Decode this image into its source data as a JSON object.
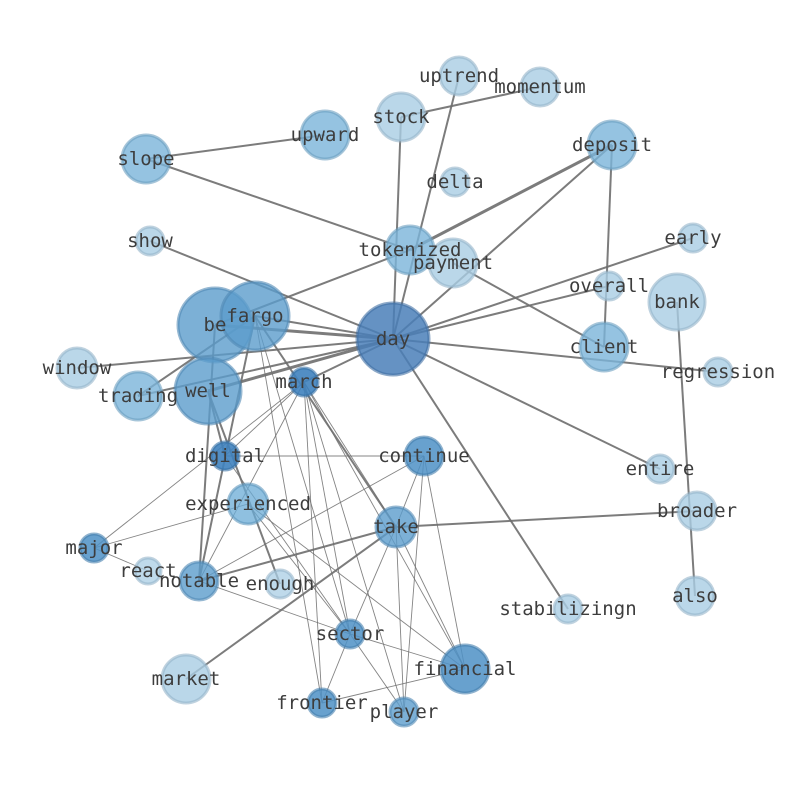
{
  "chart_data": {
    "type": "network",
    "nodes": [
      {
        "id": "day",
        "label": "day",
        "color": "#4a7fb9",
        "alpha": 0.85
      },
      {
        "id": "be",
        "label": "be",
        "color": "#5b9ccc",
        "alpha": 0.8
      },
      {
        "id": "fargo",
        "label": "fargo",
        "color": "#5b9ccc",
        "alpha": 0.8
      },
      {
        "id": "well",
        "label": "well",
        "color": "#5b9ccc",
        "alpha": 0.8
      },
      {
        "id": "march",
        "label": "march",
        "color": "#3f82be",
        "alpha": 0.9
      },
      {
        "id": "digital",
        "label": "digital",
        "color": "#3f82be",
        "alpha": 0.9
      },
      {
        "id": "continue",
        "label": "continue",
        "color": "#4e90c6",
        "alpha": 0.85
      },
      {
        "id": "experienced",
        "label": "experienced",
        "color": "#6aabd6",
        "alpha": 0.75
      },
      {
        "id": "take",
        "label": "take",
        "color": "#5b9ccc",
        "alpha": 0.8
      },
      {
        "id": "major",
        "label": "major",
        "color": "#4e90c6",
        "alpha": 0.85
      },
      {
        "id": "react",
        "label": "react",
        "color": "#a9cde4",
        "alpha": 0.75
      },
      {
        "id": "notable",
        "label": "notable",
        "color": "#5b9ccc",
        "alpha": 0.8
      },
      {
        "id": "enough",
        "label": "enough",
        "color": "#a9cde4",
        "alpha": 0.75
      },
      {
        "id": "sector",
        "label": "sector",
        "color": "#4e90c6",
        "alpha": 0.85
      },
      {
        "id": "financial",
        "label": "financial",
        "color": "#4e90c6",
        "alpha": 0.85
      },
      {
        "id": "frontier",
        "label": "frontier",
        "color": "#4e90c6",
        "alpha": 0.85
      },
      {
        "id": "player",
        "label": "player",
        "color": "#5b9ccc",
        "alpha": 0.8
      },
      {
        "id": "market",
        "label": "market",
        "color": "#a9cde4",
        "alpha": 0.8
      },
      {
        "id": "stabilizingn",
        "label": "stabilizingn",
        "color": "#a9cde4",
        "alpha": 0.8
      },
      {
        "id": "window",
        "label": "window",
        "color": "#a9cde4",
        "alpha": 0.8
      },
      {
        "id": "trading",
        "label": "trading",
        "color": "#7ab4da",
        "alpha": 0.8
      },
      {
        "id": "show",
        "label": "show",
        "color": "#a9cde4",
        "alpha": 0.8
      },
      {
        "id": "slope",
        "label": "slope",
        "color": "#7ab4da",
        "alpha": 0.8
      },
      {
        "id": "upward",
        "label": "upward",
        "color": "#7ab4da",
        "alpha": 0.8
      },
      {
        "id": "stock",
        "label": "stock",
        "color": "#a9cde4",
        "alpha": 0.8
      },
      {
        "id": "uptrend",
        "label": "uptrend",
        "color": "#a9cde4",
        "alpha": 0.8
      },
      {
        "id": "momentum",
        "label": "momentum",
        "color": "#a9cde4",
        "alpha": 0.8
      },
      {
        "id": "deposit",
        "label": "deposit",
        "color": "#7ab4da",
        "alpha": 0.8
      },
      {
        "id": "delta",
        "label": "delta",
        "color": "#a9cde4",
        "alpha": 0.8
      },
      {
        "id": "tokenized",
        "label": "tokenized",
        "color": "#7ab4da",
        "alpha": 0.8
      },
      {
        "id": "payment",
        "label": "payment",
        "color": "#a9cde4",
        "alpha": 0.8
      },
      {
        "id": "early",
        "label": "early",
        "color": "#a9cde4",
        "alpha": 0.8
      },
      {
        "id": "overall",
        "label": "overall",
        "color": "#a9cde4",
        "alpha": 0.8
      },
      {
        "id": "bank",
        "label": "bank",
        "color": "#a9cde4",
        "alpha": 0.8
      },
      {
        "id": "client",
        "label": "client",
        "color": "#7ab4da",
        "alpha": 0.8
      },
      {
        "id": "regression",
        "label": "regression",
        "color": "#a9cde4",
        "alpha": 0.8
      },
      {
        "id": "entire",
        "label": "entire",
        "color": "#a9cde4",
        "alpha": 0.8
      },
      {
        "id": "broader",
        "label": "broader",
        "color": "#a9cde4",
        "alpha": 0.8
      },
      {
        "id": "also",
        "label": "also",
        "color": "#a9cde4",
        "alpha": 0.8
      }
    ],
    "edges": [
      {
        "source": "day",
        "target": "be",
        "weight": 3
      },
      {
        "source": "day",
        "target": "fargo",
        "weight": 2
      },
      {
        "source": "day",
        "target": "well",
        "weight": 3
      },
      {
        "source": "day",
        "target": "window",
        "weight": 2
      },
      {
        "source": "day",
        "target": "trading",
        "weight": 2
      },
      {
        "source": "day",
        "target": "show",
        "weight": 2
      },
      {
        "source": "day",
        "target": "stock",
        "weight": 2
      },
      {
        "source": "day",
        "target": "uptrend",
        "weight": 2
      },
      {
        "source": "day",
        "target": "deposit",
        "weight": 2
      },
      {
        "source": "day",
        "target": "early",
        "weight": 2
      },
      {
        "source": "day",
        "target": "overall",
        "weight": 2
      },
      {
        "source": "day",
        "target": "regression",
        "weight": 2
      },
      {
        "source": "day",
        "target": "entire",
        "weight": 2
      },
      {
        "source": "day",
        "target": "stabilizingn",
        "weight": 2
      },
      {
        "source": "day",
        "target": "march",
        "weight": 2
      },
      {
        "source": "slope",
        "target": "upward",
        "weight": 2
      },
      {
        "source": "slope",
        "target": "tokenized",
        "weight": 2
      },
      {
        "source": "stock",
        "target": "momentum",
        "weight": 2
      },
      {
        "source": "tokenized",
        "target": "deposit",
        "weight": 3
      },
      {
        "source": "be",
        "target": "tokenized",
        "weight": 2
      },
      {
        "source": "payment",
        "target": "client",
        "weight": 2
      },
      {
        "source": "deposit",
        "target": "client",
        "weight": 2
      },
      {
        "source": "bank",
        "target": "also",
        "weight": 2
      },
      {
        "source": "take",
        "target": "broader",
        "weight": 2
      },
      {
        "source": "take",
        "target": "market",
        "weight": 2
      },
      {
        "source": "take",
        "target": "notable",
        "weight": 2
      },
      {
        "source": "take",
        "target": "fargo",
        "weight": 2
      },
      {
        "source": "fargo",
        "target": "trading",
        "weight": 2
      },
      {
        "source": "fargo",
        "target": "notable",
        "weight": 2
      },
      {
        "source": "fargo",
        "target": "frontier",
        "weight": 1
      },
      {
        "source": "fargo",
        "target": "sector",
        "weight": 1
      },
      {
        "source": "well",
        "target": "digital",
        "weight": 2
      },
      {
        "source": "well",
        "target": "enough",
        "weight": 2
      },
      {
        "source": "march",
        "target": "digital",
        "weight": 1
      },
      {
        "source": "march",
        "target": "major",
        "weight": 1
      },
      {
        "source": "march",
        "target": "notable",
        "weight": 1
      },
      {
        "source": "march",
        "target": "sector",
        "weight": 1
      },
      {
        "source": "march",
        "target": "financial",
        "weight": 1
      },
      {
        "source": "march",
        "target": "frontier",
        "weight": 1
      },
      {
        "source": "march",
        "target": "player",
        "weight": 1
      },
      {
        "source": "march",
        "target": "take",
        "weight": 1
      },
      {
        "source": "digital",
        "target": "continue",
        "weight": 1
      },
      {
        "source": "digital",
        "target": "sector",
        "weight": 1
      },
      {
        "source": "continue",
        "target": "notable",
        "weight": 1
      },
      {
        "source": "continue",
        "target": "take",
        "weight": 1
      },
      {
        "source": "continue",
        "target": "financial",
        "weight": 1
      },
      {
        "source": "continue",
        "target": "player",
        "weight": 1
      },
      {
        "source": "experienced",
        "target": "major",
        "weight": 1
      },
      {
        "source": "experienced",
        "target": "financial",
        "weight": 1
      },
      {
        "source": "experienced",
        "target": "sector",
        "weight": 1
      },
      {
        "source": "take",
        "target": "sector",
        "weight": 1
      },
      {
        "source": "take",
        "target": "financial",
        "weight": 1
      },
      {
        "source": "take",
        "target": "player",
        "weight": 1
      },
      {
        "source": "major",
        "target": "react",
        "weight": 1
      },
      {
        "source": "notable",
        "target": "sector",
        "weight": 1
      },
      {
        "source": "sector",
        "target": "frontier",
        "weight": 1
      },
      {
        "source": "sector",
        "target": "financial",
        "weight": 1
      },
      {
        "source": "sector",
        "target": "player",
        "weight": 1
      },
      {
        "source": "frontier",
        "target": "financial",
        "weight": 1
      },
      {
        "source": "be",
        "target": "notable",
        "weight": 2
      }
    ],
    "edge_color": "#6e6e6e",
    "label_color": "#3d3d3d",
    "title": "",
    "xlabel": "",
    "ylabel": ""
  }
}
